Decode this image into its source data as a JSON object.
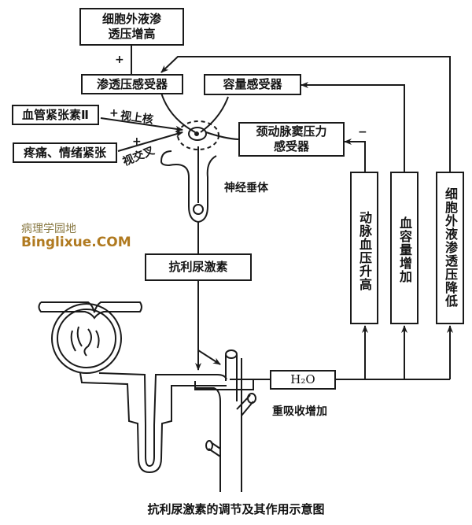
{
  "diagram": {
    "caption": "抗利尿激素的调节及其作用示意图",
    "watermark": {
      "line1": "病理学园地",
      "line2": "Binglixue.COM"
    },
    "boxes": {
      "ecf_osmolality_increase": "细胞外液渗透压增高",
      "osmoreceptor": "渗透压感受器",
      "volume_receptor": "容量感受器",
      "angiotensin_ii": "血管紧张素Ⅱ",
      "pain_emotion": "疼痛、情绪紧张",
      "carotid_baroreceptor": "颈动脉窦压力感受器",
      "adh": "抗利尿激素",
      "water": "H₂O"
    },
    "vertical_boxes": {
      "arterial_pressure_rise": "动脉血压升高",
      "blood_volume_increase": "血容量增加",
      "ecf_osmolality_decrease": "细胞外液渗透压降低"
    },
    "labels": {
      "supraoptic_nucleus": "视上核",
      "optic_chiasm": "视交叉",
      "neurohypophysis": "神经垂体",
      "reabsorption_increase": "重吸收增加"
    },
    "signs": {
      "osmo_plus": "+",
      "angio_plus": "+",
      "pain_plus": "+",
      "baro_minus": "−"
    }
  }
}
